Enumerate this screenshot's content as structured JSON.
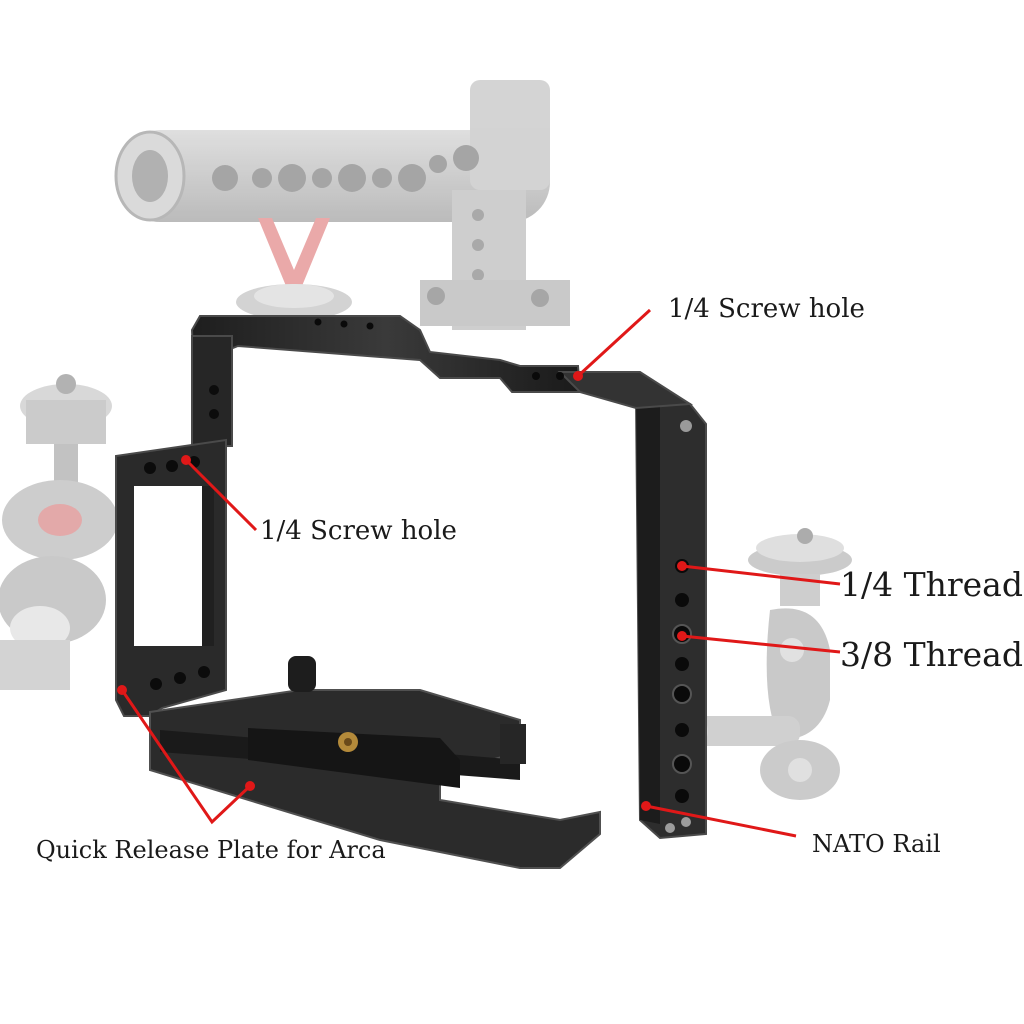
{
  "callouts": {
    "screw_hole_top": "1/4 Screw hole",
    "screw_hole_left": "1/4 Screw hole",
    "quarter_thread": "1/4 Thread",
    "three_eighth_thread": "3/8 Thread",
    "arca_plate": "Quick Release Plate for Arca",
    "nato_rail": "NATO Rail"
  },
  "colors": {
    "leader": "#e01818",
    "cage": "#2c2c2c",
    "cage_edge": "#555555",
    "accessory": "#c8c8c8",
    "accent_pink": "#e88a8a"
  }
}
